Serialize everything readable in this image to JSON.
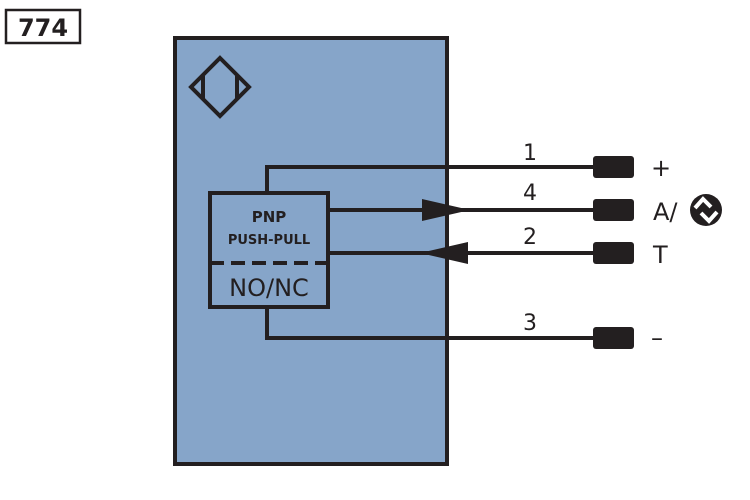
{
  "diagram_id": "774",
  "colors": {
    "housing_fill": "#86a5c9",
    "line": "#231f20",
    "background": "#ffffff"
  },
  "sensor": {
    "symbol": "inductive-sensor-diamond-icon",
    "output_block": {
      "line1": "PNP",
      "line2": "PUSH-PULL",
      "line3": "NO/NC"
    }
  },
  "wires": [
    {
      "pin": "1",
      "function": "+",
      "direction": "none"
    },
    {
      "pin": "4",
      "function": "A/",
      "function_icon": "switching-output-io-link-icon",
      "direction": "out"
    },
    {
      "pin": "2",
      "function": "T",
      "direction": "in"
    },
    {
      "pin": "3",
      "function": "–",
      "direction": "none"
    }
  ]
}
